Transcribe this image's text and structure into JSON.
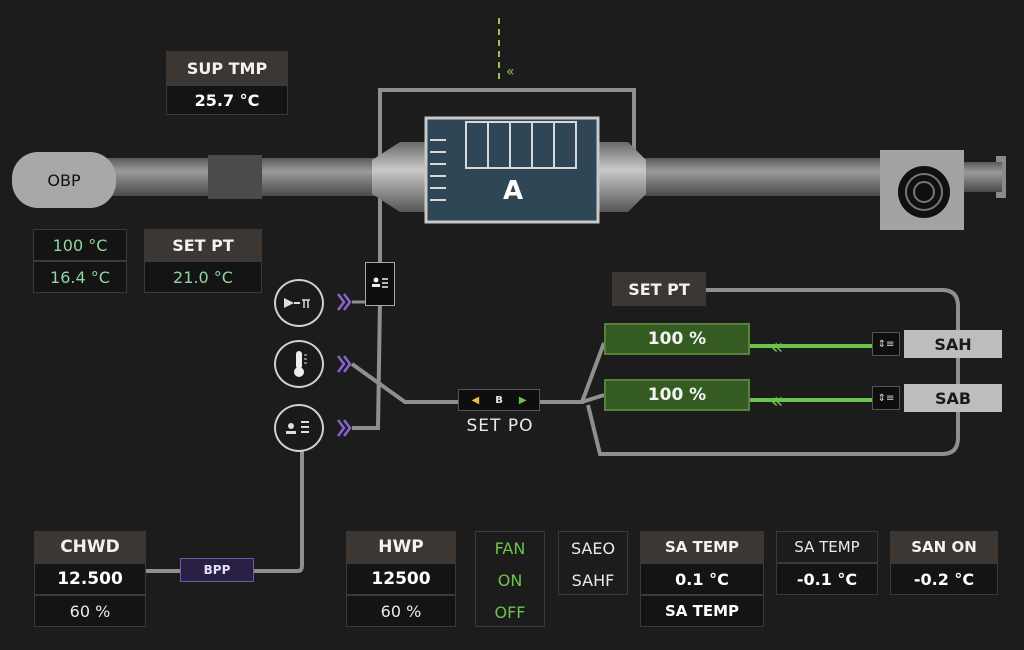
{
  "supply_temp": {
    "label": "SUP TMP",
    "value": "25.7 °C"
  },
  "obp_label": "OBP",
  "ahu_label": "A",
  "left_readings": {
    "r1": "100 °C",
    "r2": "16.4 °C"
  },
  "set_pt_left": {
    "label": "SET PT",
    "value": "21.0 °C"
  },
  "set_pt_right": {
    "label": "SET PT"
  },
  "damper_sah": {
    "percent": "100 %",
    "label": "SAH"
  },
  "damper_sab": {
    "percent": "100 %",
    "label": "SAB"
  },
  "selector": {
    "code": "B",
    "label": "SET PO"
  },
  "chwd": {
    "label": "CHWD",
    "value": "12.500",
    "percent": "60 %"
  },
  "bpp_label": "BPP",
  "hwp": {
    "label": "HWP",
    "value": "12500",
    "percent": "60 %"
  },
  "fan": {
    "label": "FAN",
    "on": "ON",
    "off": "OFF"
  },
  "modes": {
    "saeo": "SAEO",
    "sahf": "SAHF"
  },
  "sa_temp_1": {
    "label": "SA TEMP",
    "value": "0.1 °C",
    "footer": "SA TEMP"
  },
  "sa_temp_2": {
    "label": "SA TEMP",
    "value": "-0.1 °C"
  },
  "san_on": {
    "label": "SAN ON",
    "value": "-0.2 °C"
  },
  "colors": {
    "accent_green": "#6cc24a",
    "bar_green": "#345c22",
    "purple": "#8a63d2",
    "ahu_blue": "#2f4656"
  },
  "icons": [
    "chevron-left-icon",
    "temperature-icon",
    "valve-icon",
    "sensor-icon",
    "fan-icon"
  ]
}
